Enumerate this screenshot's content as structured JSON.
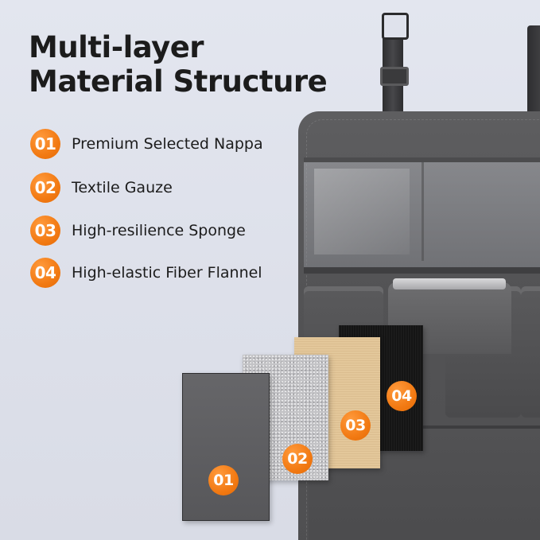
{
  "title": "Multi-layer Material Structure",
  "features": [
    {
      "number": "01",
      "label": "Premium Selected Nappa"
    },
    {
      "number": "02",
      "label": "Textile Gauze"
    },
    {
      "number": "03",
      "label": "High-resilience Sponge"
    },
    {
      "number": "04",
      "label": "High-elastic Fiber Flannel"
    }
  ],
  "layers": [
    {
      "number": "01",
      "material": "nappa",
      "color": "#5f5f62"
    },
    {
      "number": "02",
      "material": "textile-gauze",
      "color": "#c3c3c6"
    },
    {
      "number": "03",
      "material": "sponge",
      "color": "#e3c79a"
    },
    {
      "number": "04",
      "material": "fiber-flannel",
      "color": "#151515"
    }
  ],
  "colors": {
    "accent": "#f27a13",
    "background": "#dfe2ec",
    "text": "#1c1c1c",
    "organizer": "#535355"
  }
}
